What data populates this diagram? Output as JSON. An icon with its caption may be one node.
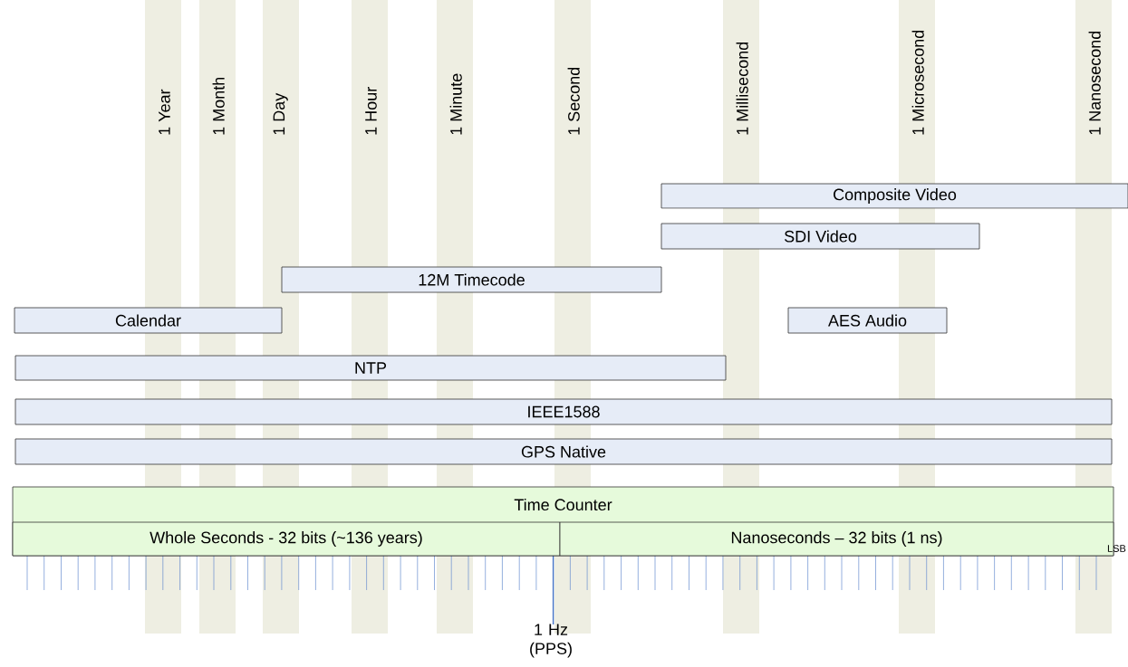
{
  "diagram": {
    "nodes": [
      {
        "text": [
          "Composite Video"
        ]
      },
      {
        "text": [
          "SDI Video"
        ]
      },
      {
        "text": [
          "12M Timecode"
        ]
      },
      {
        "text": [
          "Calendar"
        ]
      },
      {
        "text": [
          "AES Audio"
        ]
      },
      {
        "text": [
          "NTP"
        ]
      },
      {
        "text": [
          "IEEE1588"
        ]
      },
      {
        "text": [
          "GPS Native"
        ]
      },
      {
        "text": [
          "Time Counter"
        ]
      },
      {
        "text": [
          "Whole  Seconds - 32 bits (~136 years)"
        ],
        "in": 8
      },
      {
        "text": [
          "Nanoseconds – 32 bits (1 ns)"
        ],
        "in": 8
      }
    ],
    "labels": [
      "1 Year",
      "1 Month",
      "1 Day",
      "1 Hour",
      "1 Minute",
      "1 Second",
      "1 Millisecond",
      "1 Microsecond",
      "1 Nanosecond",
      "LSB",
      "1 Hz (PPS)"
    ]
  }
}
